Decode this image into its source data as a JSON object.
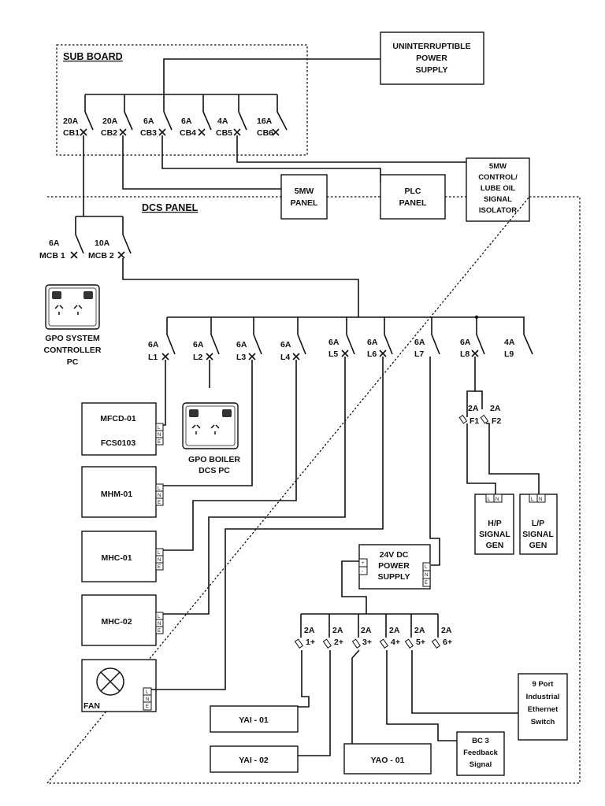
{
  "sub_board": {
    "title": "SUB BOARD",
    "breakers": [
      {
        "rating": "20A",
        "id": "CB1"
      },
      {
        "rating": "20A",
        "id": "CB2"
      },
      {
        "rating": "6A",
        "id": "CB3"
      },
      {
        "rating": "6A",
        "id": "CB4"
      },
      {
        "rating": "4A",
        "id": "CB5"
      },
      {
        "rating": "16A",
        "id": "CB6"
      }
    ]
  },
  "ups": {
    "lines": [
      "UNINTERRUPTIBLE",
      "POWER",
      "SUPPLY"
    ]
  },
  "isolator": {
    "lines": [
      "5MW",
      "CONTROL/",
      "LUBE OIL",
      "SIGNAL",
      "ISOLATOR"
    ]
  },
  "mw_panel": {
    "lines": [
      "5MW",
      "PANEL"
    ]
  },
  "plc_panel": {
    "lines": [
      "PLC",
      "PANEL"
    ]
  },
  "dcs_panel": {
    "title": "DCS PANEL",
    "mcbs": [
      {
        "rating": "6A",
        "id": "MCB 1"
      },
      {
        "rating": "10A",
        "id": "MCB 2"
      }
    ],
    "circuits": [
      {
        "rating": "6A",
        "id": "L1"
      },
      {
        "rating": "6A",
        "id": "L2"
      },
      {
        "rating": "6A",
        "id": "L3"
      },
      {
        "rating": "6A",
        "id": "L4"
      },
      {
        "rating": "6A",
        "id": "L5"
      },
      {
        "rating": "6A",
        "id": "L6"
      },
      {
        "rating": "6A",
        "id": "L7"
      },
      {
        "rating": "6A",
        "id": "L8"
      },
      {
        "rating": "4A",
        "id": "L9"
      }
    ]
  },
  "gpo_system": {
    "lines": [
      "GPO SYSTEM",
      "CONTROLLER",
      "PC"
    ]
  },
  "gpo_boiler": {
    "lines": [
      "GPO BOILER",
      "DCS  PC"
    ]
  },
  "devices": {
    "mfcd_top": "MFCD-01",
    "mfcd_bottom": "FCS0103",
    "mhm": "MHM-01",
    "mhc1": "MHC-01",
    "mhc2": "MHC-02",
    "fan": "FAN"
  },
  "terminals": {
    "l": "L",
    "n": "N",
    "e": "E",
    "plus": "+",
    "minus": "-"
  },
  "fuses_l8": [
    {
      "rating": "2A",
      "id": "F1"
    },
    {
      "rating": "2A",
      "id": "F2"
    }
  ],
  "signal_gens": {
    "hp": [
      "H/P",
      "SIGNAL",
      "GEN"
    ],
    "lp": [
      "L/P",
      "SIGNAL",
      "GEN"
    ]
  },
  "dc_supply": {
    "lines": [
      "24V DC",
      "POWER",
      "SUPPLY"
    ]
  },
  "dc_fuses": [
    {
      "rating": "2A",
      "id": "1+"
    },
    {
      "rating": "2A",
      "id": "2+"
    },
    {
      "rating": "2A",
      "id": "3+"
    },
    {
      "rating": "2A",
      "id": "4+"
    },
    {
      "rating": "2A",
      "id": "5+"
    },
    {
      "rating": "2A",
      "id": "6+"
    }
  ],
  "outputs": {
    "yai1": "YAI - 01",
    "yai2": "YAI - 02",
    "yao1": "YAO - 01",
    "bc3": [
      "BC 3",
      "Feedback",
      "Signal"
    ],
    "switch": [
      "9 Port",
      "Industrial",
      "Ethernet",
      "Switch"
    ]
  }
}
